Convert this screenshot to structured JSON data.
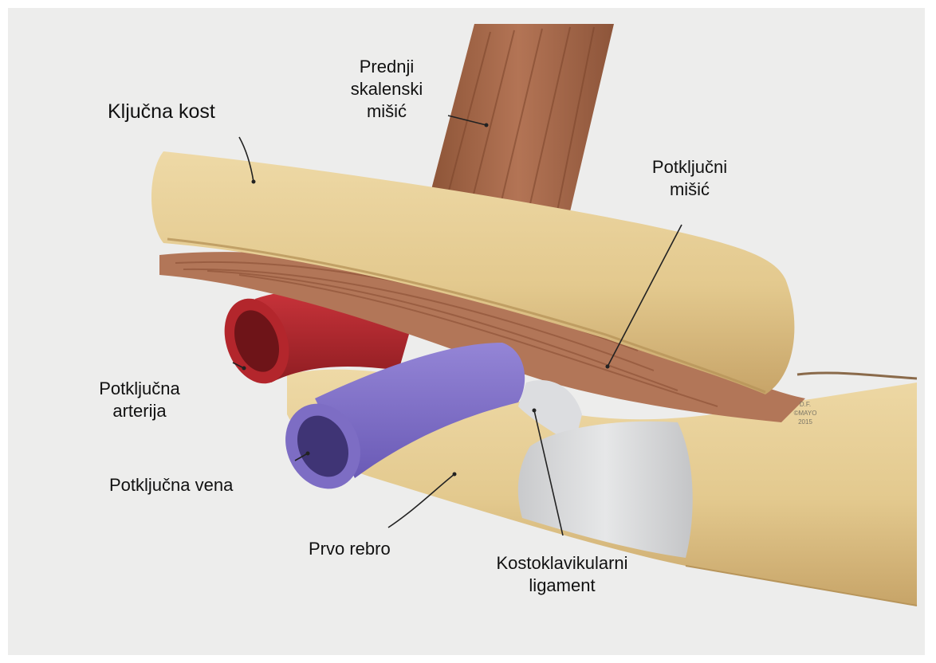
{
  "labels": {
    "clavicle": "Ključna kost",
    "scalene_line1": "Prednji",
    "scalene_line2": "skalenski",
    "scalene_line3": "mišić",
    "subclavius_line1": "Potključni",
    "subclavius_line2": "mišić",
    "artery_line1": "Potključna",
    "artery_line2": "arterija",
    "vein": "Potključna vena",
    "first_rib": "Prvo rebro",
    "ligament_line1": "Kostoklavikularni",
    "ligament_line2": "ligament"
  },
  "signature": {
    "line1": "D.F.",
    "line2": "©MAYO",
    "line3": "2015"
  },
  "colors": {
    "background": "#ededec",
    "bone": "#e3c98e",
    "bone_shade": "#c9a86a",
    "muscle": "#a8694a",
    "muscle_dark": "#7e4a30",
    "artery": "#b3262c",
    "artery_dark": "#6e1418",
    "vein": "#7d6dc4",
    "vein_dark": "#3f3475",
    "ligament": "#d9dadc"
  }
}
